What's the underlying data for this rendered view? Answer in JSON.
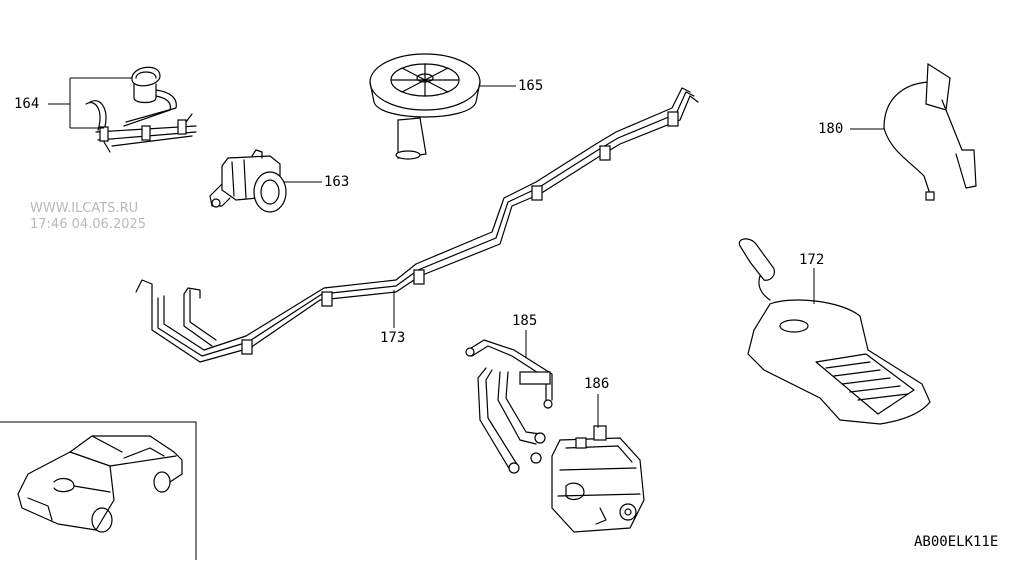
{
  "watermark": {
    "line1": "WWW.ILCATS.RU",
    "line2": "17:46 04.06.2025"
  },
  "diagram_code": "AB00ELK11E",
  "callouts": {
    "c164": "164",
    "c165": "165",
    "c163": "163",
    "c180": "180",
    "c172": "172",
    "c173": "173",
    "c185": "185",
    "c186": "186"
  }
}
